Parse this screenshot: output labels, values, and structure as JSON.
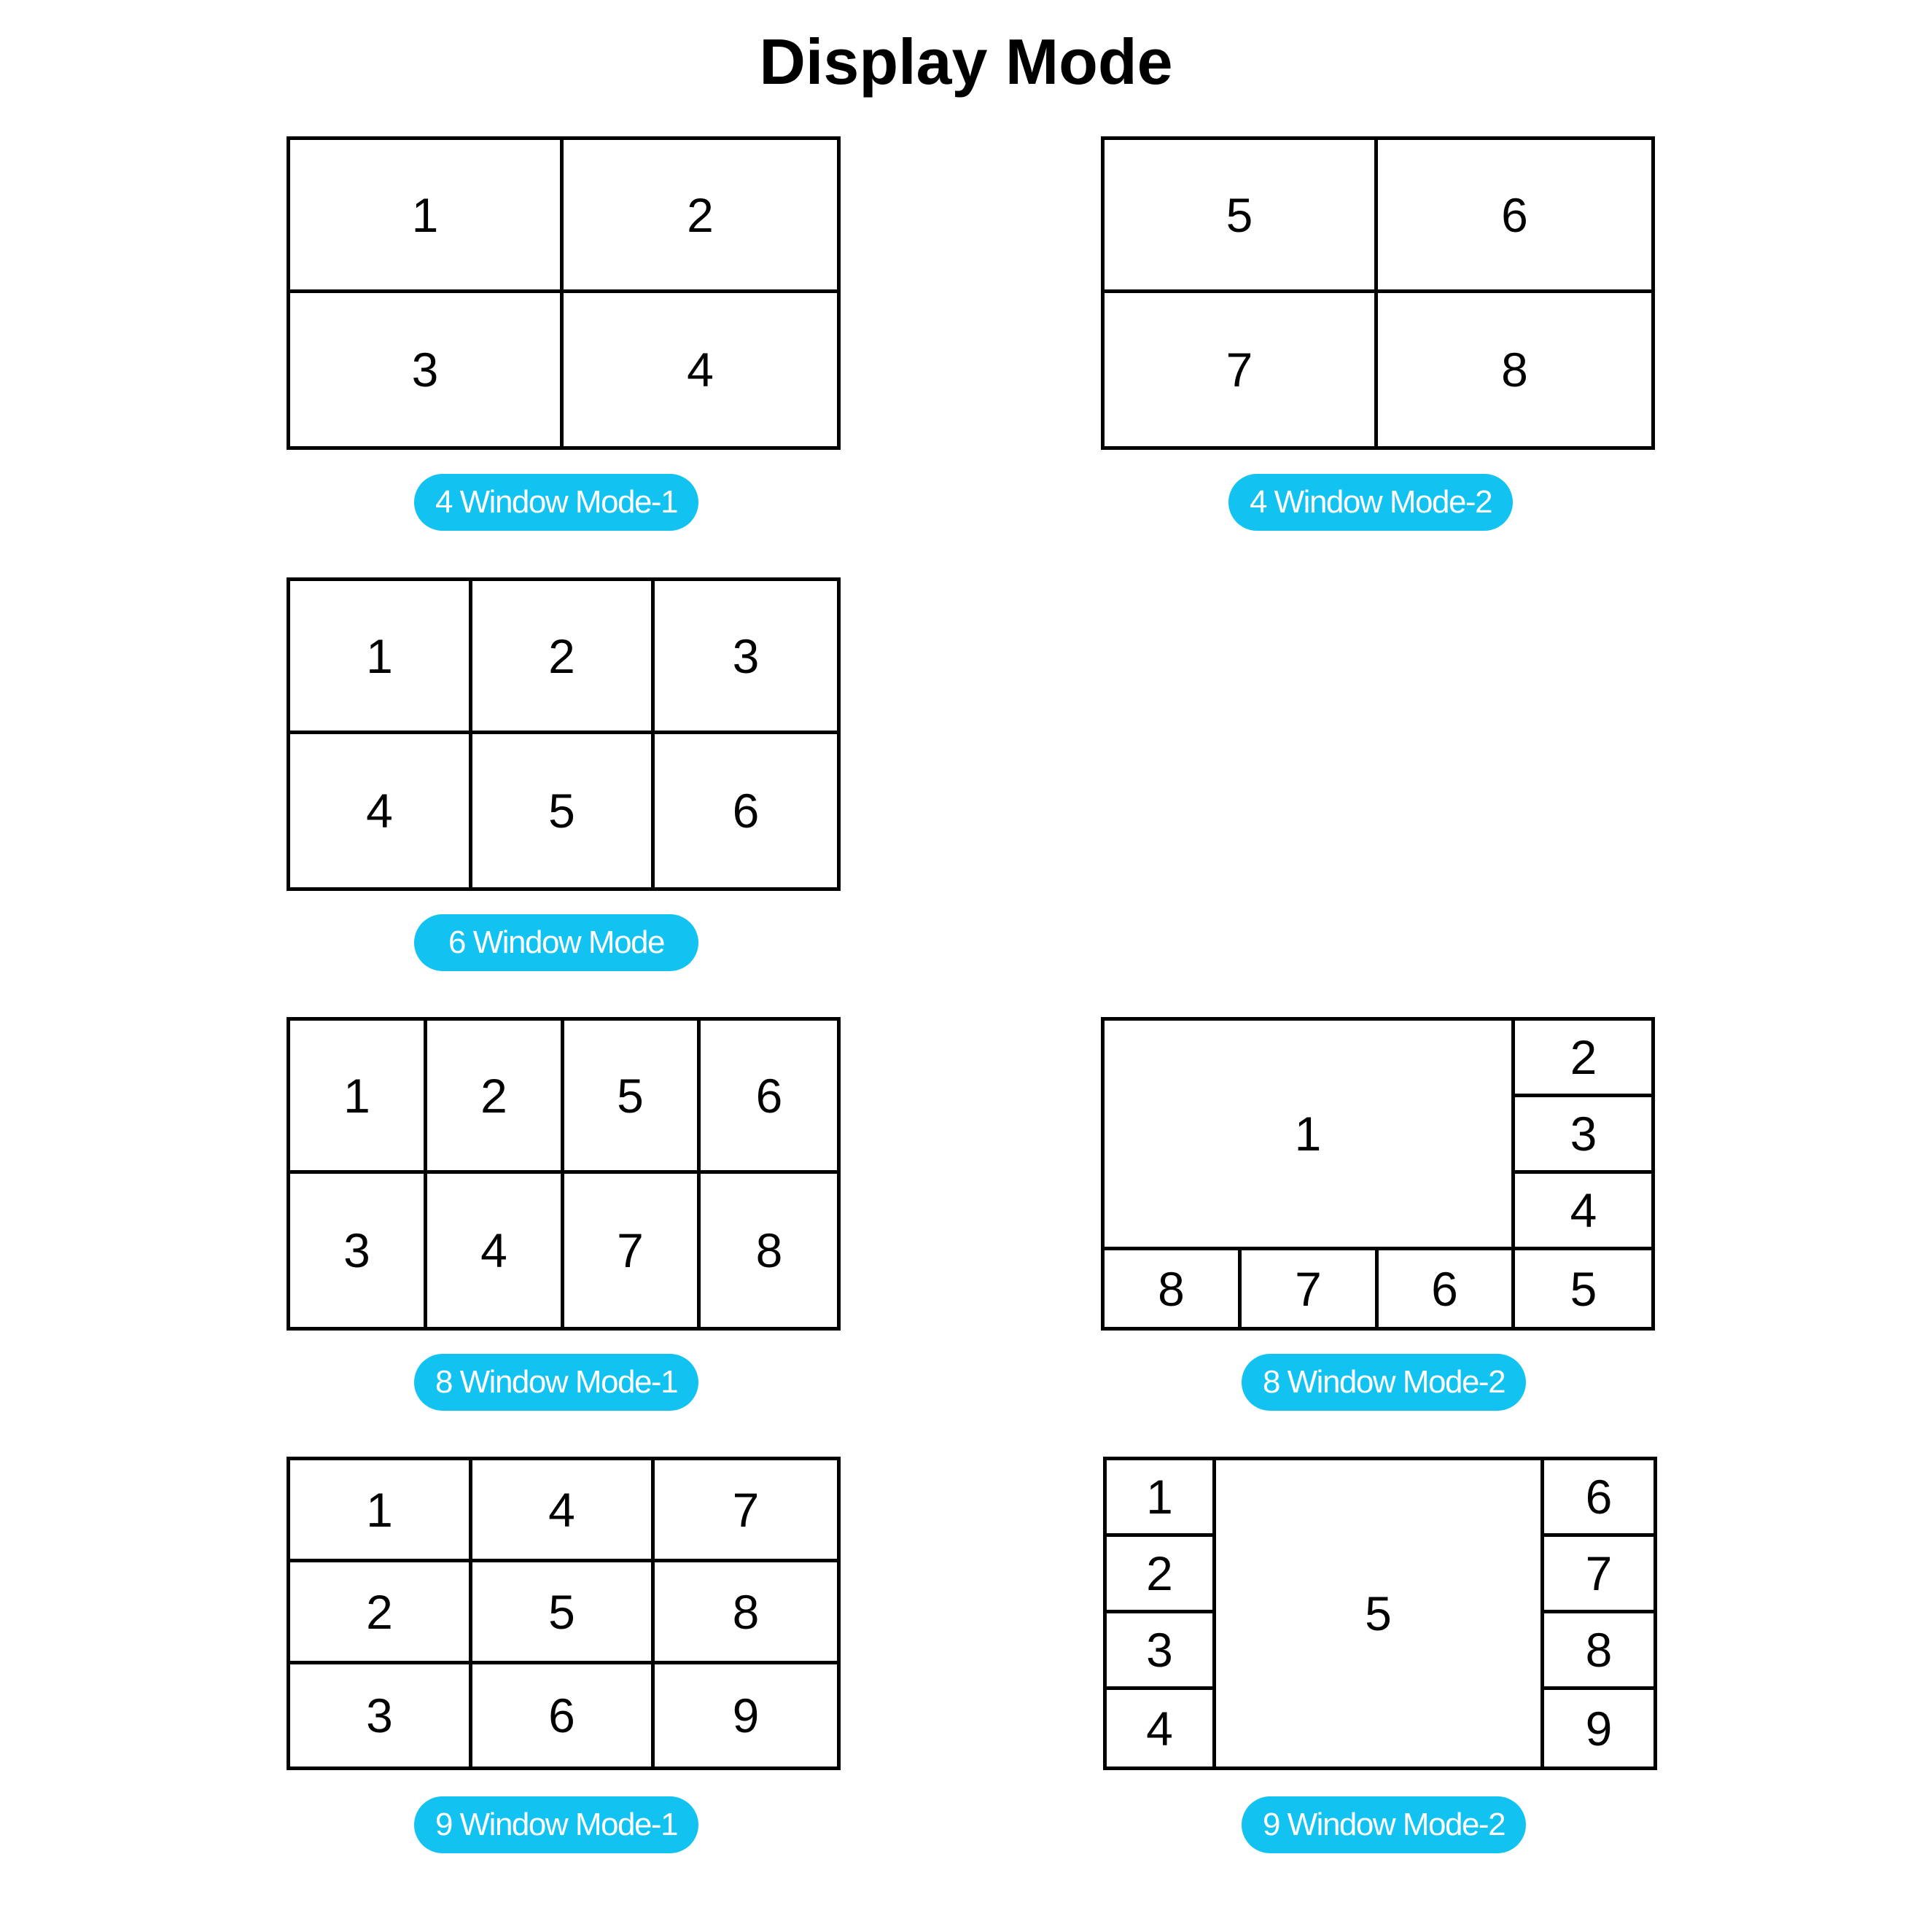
{
  "title": "Display Mode",
  "accent_color": "#12C3F2",
  "label_text_color": "#FFFFFF",
  "modes": [
    {
      "label": "4 Window Mode-1",
      "windows": [
        "1",
        "2",
        "3",
        "4"
      ]
    },
    {
      "label": "4 Window Mode-2",
      "windows": [
        "5",
        "6",
        "7",
        "8"
      ]
    },
    {
      "label": "6 Window Mode",
      "windows": [
        "1",
        "2",
        "3",
        "4",
        "5",
        "6"
      ]
    },
    {
      "label": "8 Window Mode-1",
      "windows": [
        "1",
        "2",
        "5",
        "6",
        "3",
        "4",
        "7",
        "8"
      ]
    },
    {
      "label": "8 Window Mode-2",
      "windows": [
        "1",
        "2",
        "3",
        "4",
        "8",
        "7",
        "6",
        "5"
      ]
    },
    {
      "label": "9 Window Mode-1",
      "windows": [
        "1",
        "4",
        "7",
        "2",
        "5",
        "8",
        "3",
        "6",
        "9"
      ]
    },
    {
      "label": "9 Window Mode-2",
      "windows": [
        "1",
        "2",
        "3",
        "4",
        "5",
        "6",
        "7",
        "8",
        "9"
      ]
    }
  ]
}
